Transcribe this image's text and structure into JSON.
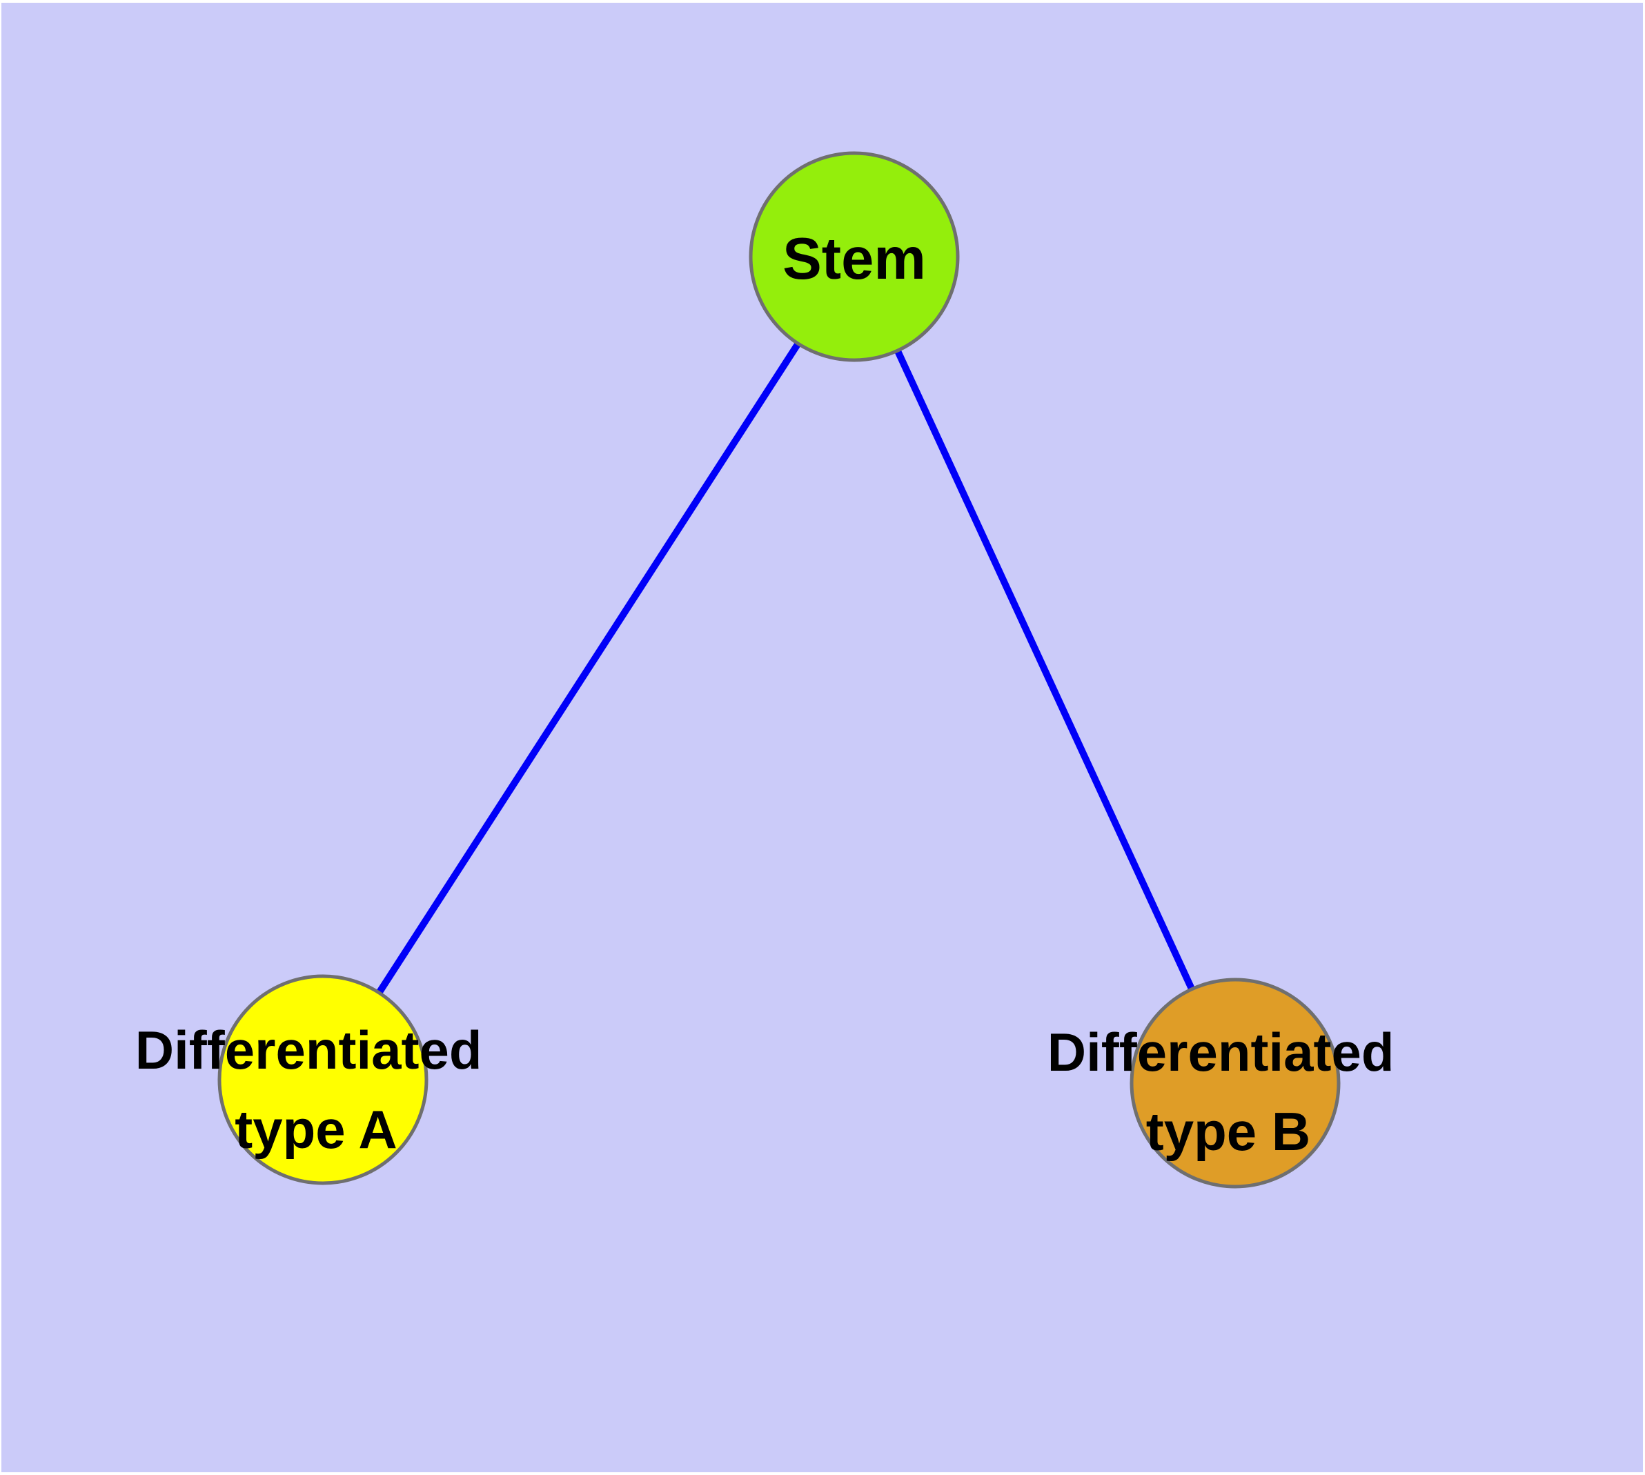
{
  "diagram": {
    "type": "node-link-graph",
    "background_color": "#CBCBF9",
    "frame_color": "#FFFFFF",
    "node_border_color": "#6F6F6F",
    "edge_color": "#0000F8",
    "nodes": [
      {
        "id": "stem",
        "label": "Stem",
        "fill": "#94EE0C"
      },
      {
        "id": "type-a",
        "lines": [
          "Differentiated",
          "type A"
        ],
        "fill": "#FFFF00"
      },
      {
        "id": "type-b",
        "lines": [
          "Differentiated",
          "type B"
        ],
        "fill": "#DF9D27"
      }
    ],
    "edges": [
      {
        "from": "Stem",
        "to": "Differentiated type A"
      },
      {
        "from": "Stem",
        "to": "Differentiated type B"
      }
    ]
  }
}
